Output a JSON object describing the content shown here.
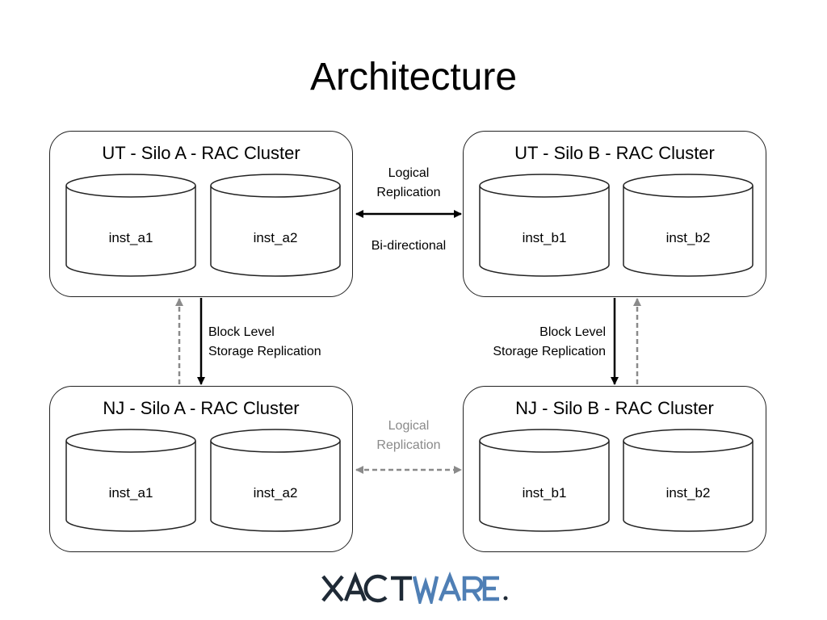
{
  "slide": {
    "title": "Architecture"
  },
  "clusters": [
    {
      "title": "UT - Silo A - RAC Cluster",
      "instances": [
        "inst_a1",
        "inst_a2"
      ]
    },
    {
      "title": "UT - Silo B - RAC Cluster",
      "instances": [
        "inst_b1",
        "inst_b2"
      ]
    },
    {
      "title": "NJ - Silo A - RAC Cluster",
      "instances": [
        "inst_a1",
        "inst_a2"
      ]
    },
    {
      "title": "NJ - Silo B - RAC Cluster",
      "instances": [
        "inst_b1",
        "inst_b2"
      ]
    }
  ],
  "connections": {
    "ut_logical": {
      "line1": "Logical",
      "line2": "Replication",
      "mode": "Bi-directional"
    },
    "nj_logical": {
      "line1": "Logical",
      "line2": "Replication"
    },
    "storage_left": {
      "line1": "Block Level",
      "line2": "Storage Replication"
    },
    "storage_right": {
      "line1": "Block Level",
      "line2": "Storage Replication"
    }
  },
  "logo": {
    "part1": "XACT",
    "part2": "WARE",
    "dot": ".",
    "color_dark": "#1f2a36",
    "color_accent": "#4f7fb5"
  },
  "colors": {
    "solid_arrow": "#000000",
    "dashed_arrow": "#8a8a8a"
  }
}
